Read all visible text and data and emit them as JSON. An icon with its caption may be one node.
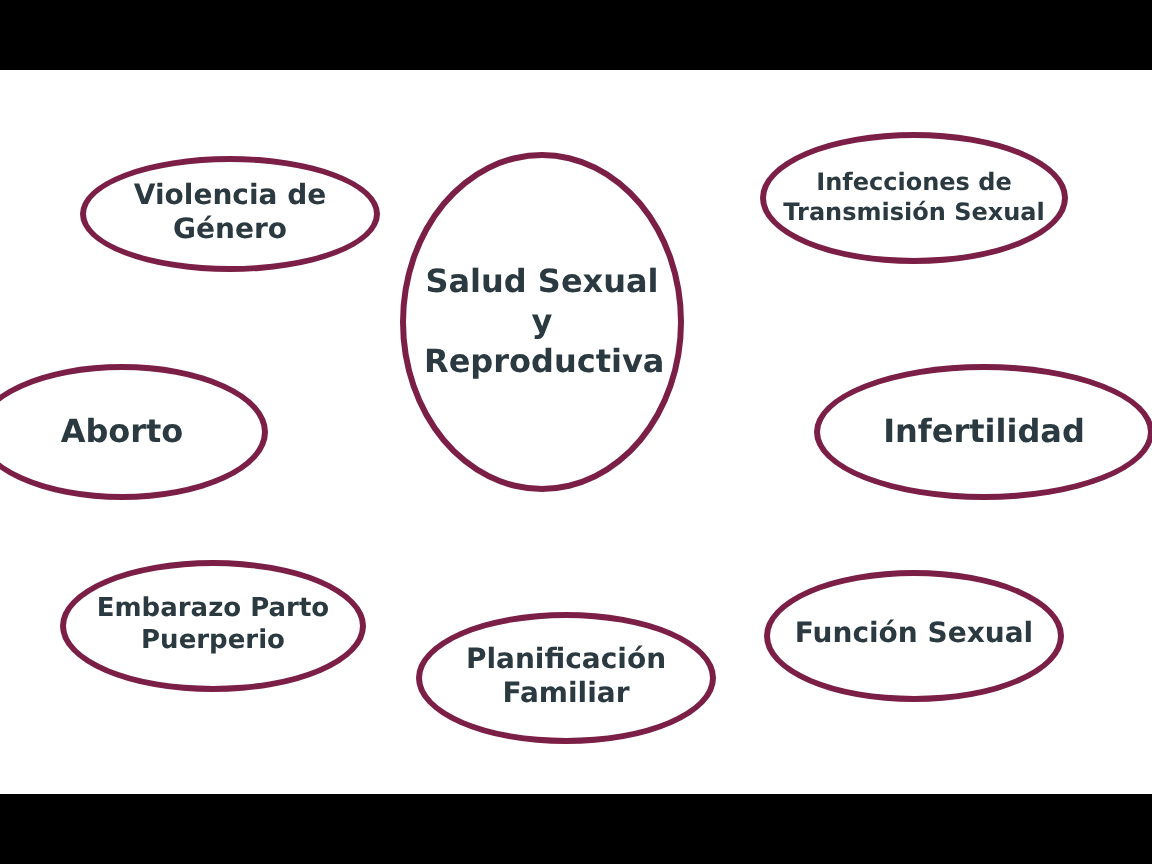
{
  "diagram": {
    "nodes": [
      {
        "text": [
          "Salud Sexual y Reproductiva"
        ]
      },
      {
        "text": [
          "Violencia de Género"
        ]
      },
      {
        "text": [
          "Infecciones de Transmisión Sexual"
        ]
      },
      {
        "text": [
          "Aborto"
        ]
      },
      {
        "text": [
          "Infertilidad"
        ]
      },
      {
        "text": [
          "Embarazo Parto Puerperio"
        ]
      },
      {
        "text": [
          "Planificación Familiar"
        ]
      },
      {
        "text": [
          "Función Sexual"
        ]
      }
    ]
  }
}
